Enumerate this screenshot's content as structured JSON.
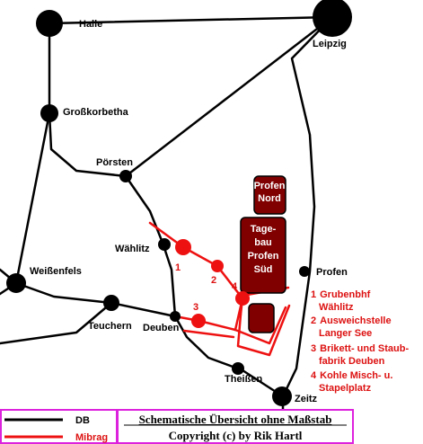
{
  "towns": {
    "halle": "Halle",
    "leipzig": "Leipzig",
    "grosskorbetha": "Großkorbetha",
    "poersten": "Pörsten",
    "waehlitz": "Wählitz",
    "weissenfels": "Weißenfels",
    "teuchern": "Teuchern",
    "deuben": "Deuben",
    "profen": "Profen",
    "theissen": "Theißen",
    "zeitz": "Zeitz"
  },
  "sites": {
    "profen_nord": [
      "Profen",
      "Nord"
    ],
    "tagebau_sued": [
      "Tage-",
      "bau",
      "Profen",
      "Süd"
    ]
  },
  "markers": [
    "1",
    "2",
    "3",
    "4"
  ],
  "key": [
    {
      "number": "1",
      "lines": [
        "Grubenbhf",
        "Wählitz"
      ]
    },
    {
      "number": "2",
      "lines": [
        "Ausweichstelle",
        "Langer See"
      ]
    },
    {
      "number": "3",
      "lines": [
        "Brikett- und Staub-",
        "fabrik Deuben"
      ]
    },
    {
      "number": "4",
      "lines": [
        "Kohle Misch- u.",
        "Stapelplatz"
      ]
    }
  ],
  "legend": {
    "db": "DB",
    "mibrag": "Mibrag",
    "title": "Schematische Übersicht ohne Maßstab",
    "copyright": "Copyright (c) by Rik Hartl"
  },
  "colors": {
    "db_line": "#000000",
    "mibrag_line": "#ee1111",
    "site_fill": "#800000",
    "legend_border": "#dd22dd",
    "key_text": "#dd1111"
  }
}
